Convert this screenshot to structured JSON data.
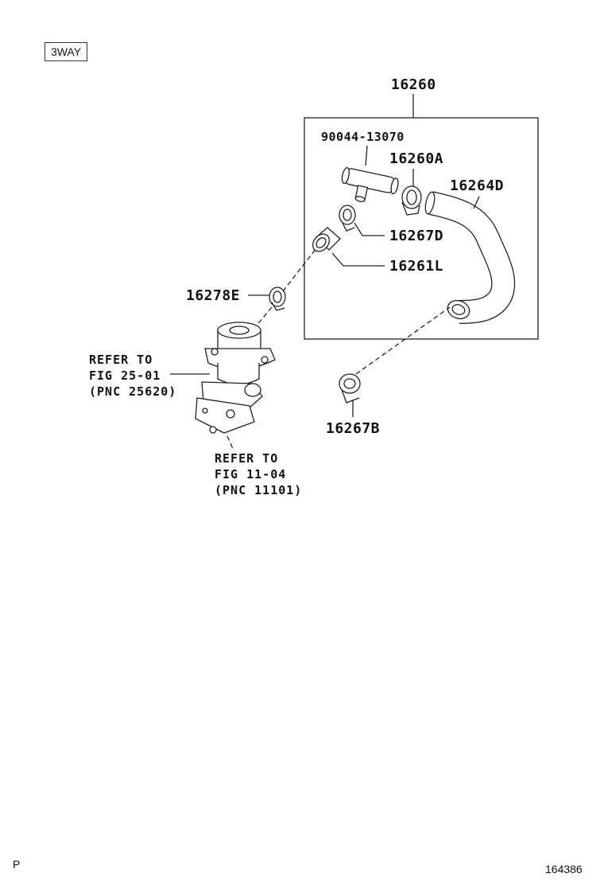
{
  "variant_tag": "3WAY",
  "parts": {
    "assembly": "16260",
    "union": "90044-13070",
    "clip_a": "16260A",
    "hose_d": "16264D",
    "clamp_d": "16267D",
    "hose_l": "16261L",
    "clamp_e": "16278E",
    "clamp_b": "16267B"
  },
  "refs": {
    "valve": [
      "REFER TO",
      "FIG 25-01",
      "(PNC 25620)"
    ],
    "manifold": [
      "REFER TO",
      "FIG 11-04",
      "(PNC 11101)"
    ]
  },
  "footer": {
    "left_mark": "P",
    "diagram_id": "164386"
  }
}
